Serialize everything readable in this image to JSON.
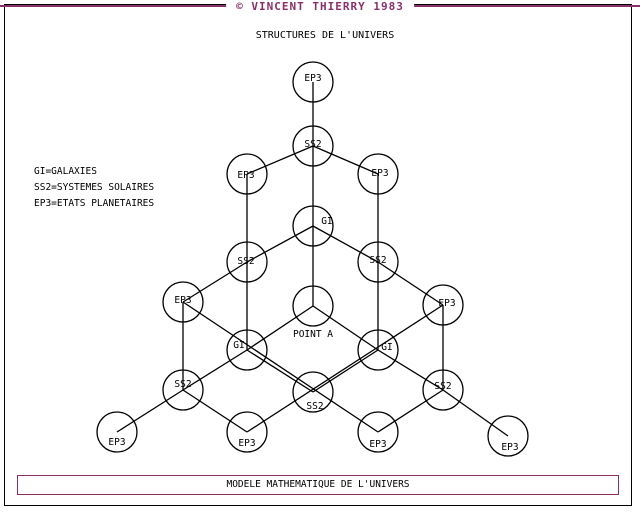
{
  "header": {
    "copyright": "© VINCENT THIERRY 1983",
    "title": "STRUCTURES DE L'UNIVERS"
  },
  "legend": {
    "lines": [
      "GI=GALAXIES",
      "SS2=SYSTEMES SOLAIRES",
      "EP3=ETATS PLANETAIRES"
    ]
  },
  "footer": {
    "title": "MODELE MATHEMATIQUE DE L'UNIVERS"
  },
  "nodes": {
    "ep3_top": "EP3",
    "ss2_top": "SS2",
    "ep3_upper_left": "EP3",
    "ep3_upper_right": "EP3",
    "gi_top": "GI",
    "ss2_left": "SS2",
    "ss2_right": "SS2",
    "ep3_mid_left": "EP3",
    "ep3_mid_right": "EP3",
    "point_a": "POINT A",
    "gi_left": "GI",
    "gi_right": "GI",
    "ss2_low_left": "SS2",
    "ss2_low_right": "SS2",
    "ss2_center": "SS2",
    "ep3_bottom_far_left": "EP3",
    "ep3_bottom_left": "EP3",
    "ep3_bottom_right": "EP3",
    "ep3_bottom_far_right": "EP3"
  },
  "colors": {
    "accent": "#8b2f6b",
    "ink": "#000000",
    "background": "#ffffff"
  }
}
